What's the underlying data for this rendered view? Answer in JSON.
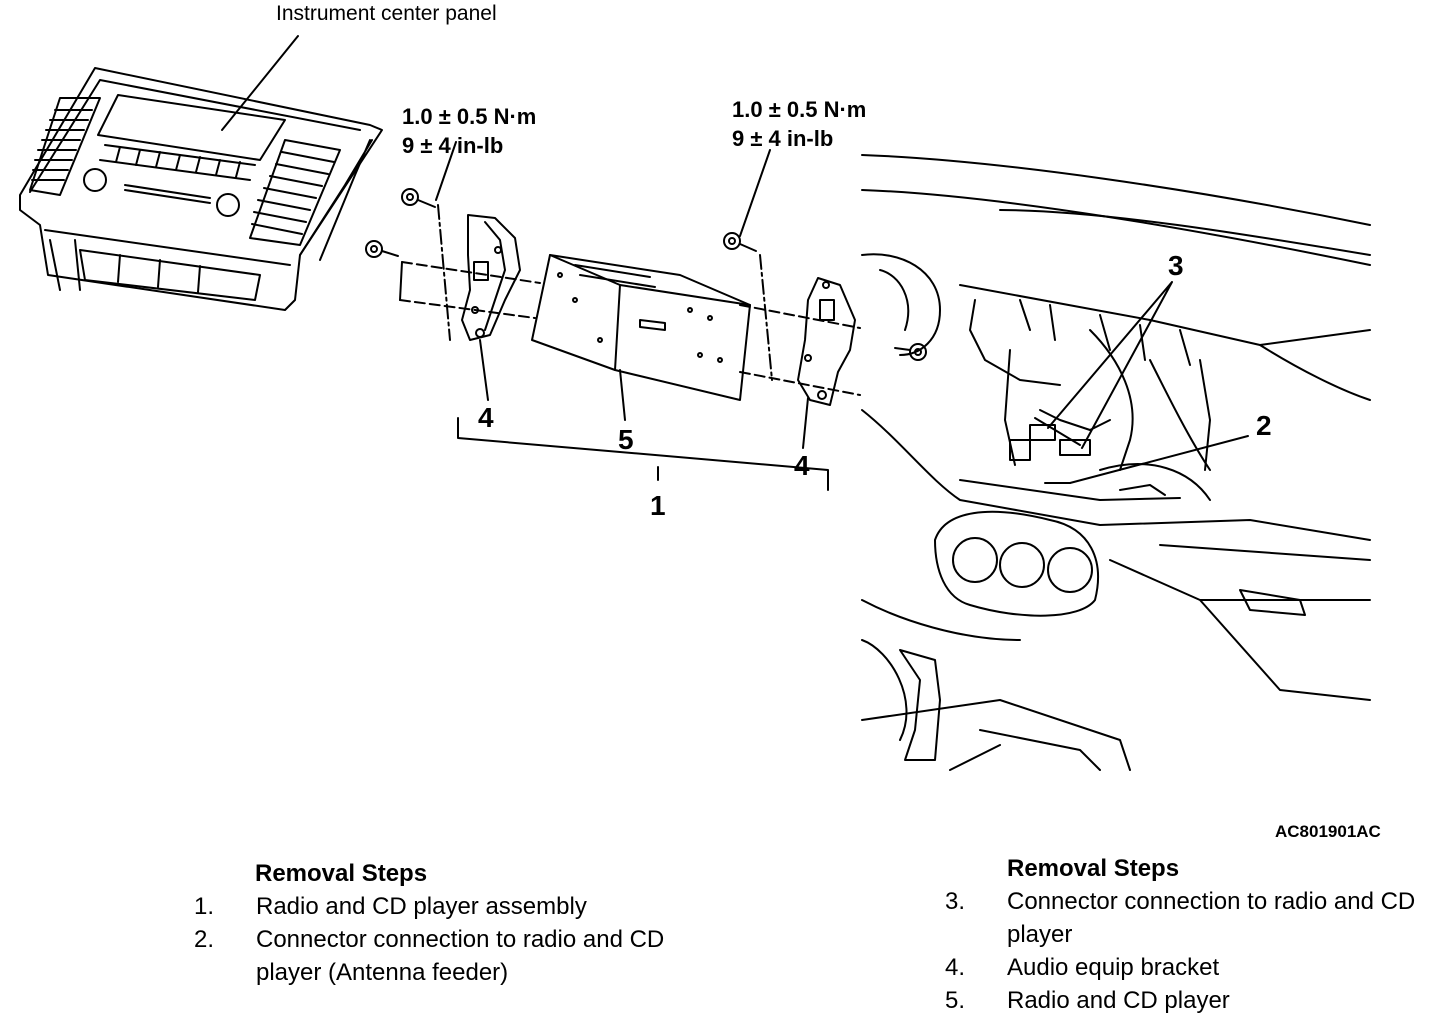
{
  "diagram": {
    "panel_label": "Instrument center panel",
    "torque_left": {
      "line1": "1.0 ± 0.5 N·m",
      "line2": "9 ± 4 in-lb"
    },
    "torque_right": {
      "line1": "1.0 ± 0.5 N·m",
      "line2": "9 ± 4 in-lb"
    },
    "callouts": {
      "bracket_left": "4",
      "unit": "5",
      "bracket_right": "4",
      "assembly": "1",
      "connectors": "3",
      "antenna": "2"
    },
    "figure_code": "AC801901AC"
  },
  "steps_left": {
    "title": "Removal Steps",
    "items": [
      {
        "num": "1.",
        "text": "Radio and CD player assembly"
      },
      {
        "num": "2.",
        "text": "Connector connection to radio and CD player (Antenna feeder)"
      }
    ]
  },
  "steps_right": {
    "title": "Removal Steps",
    "items": [
      {
        "num": "3.",
        "text": "Connector connection to radio and CD player"
      },
      {
        "num": "4.",
        "text": "Audio equip bracket"
      },
      {
        "num": "5.",
        "text": "Radio and CD player"
      }
    ]
  }
}
